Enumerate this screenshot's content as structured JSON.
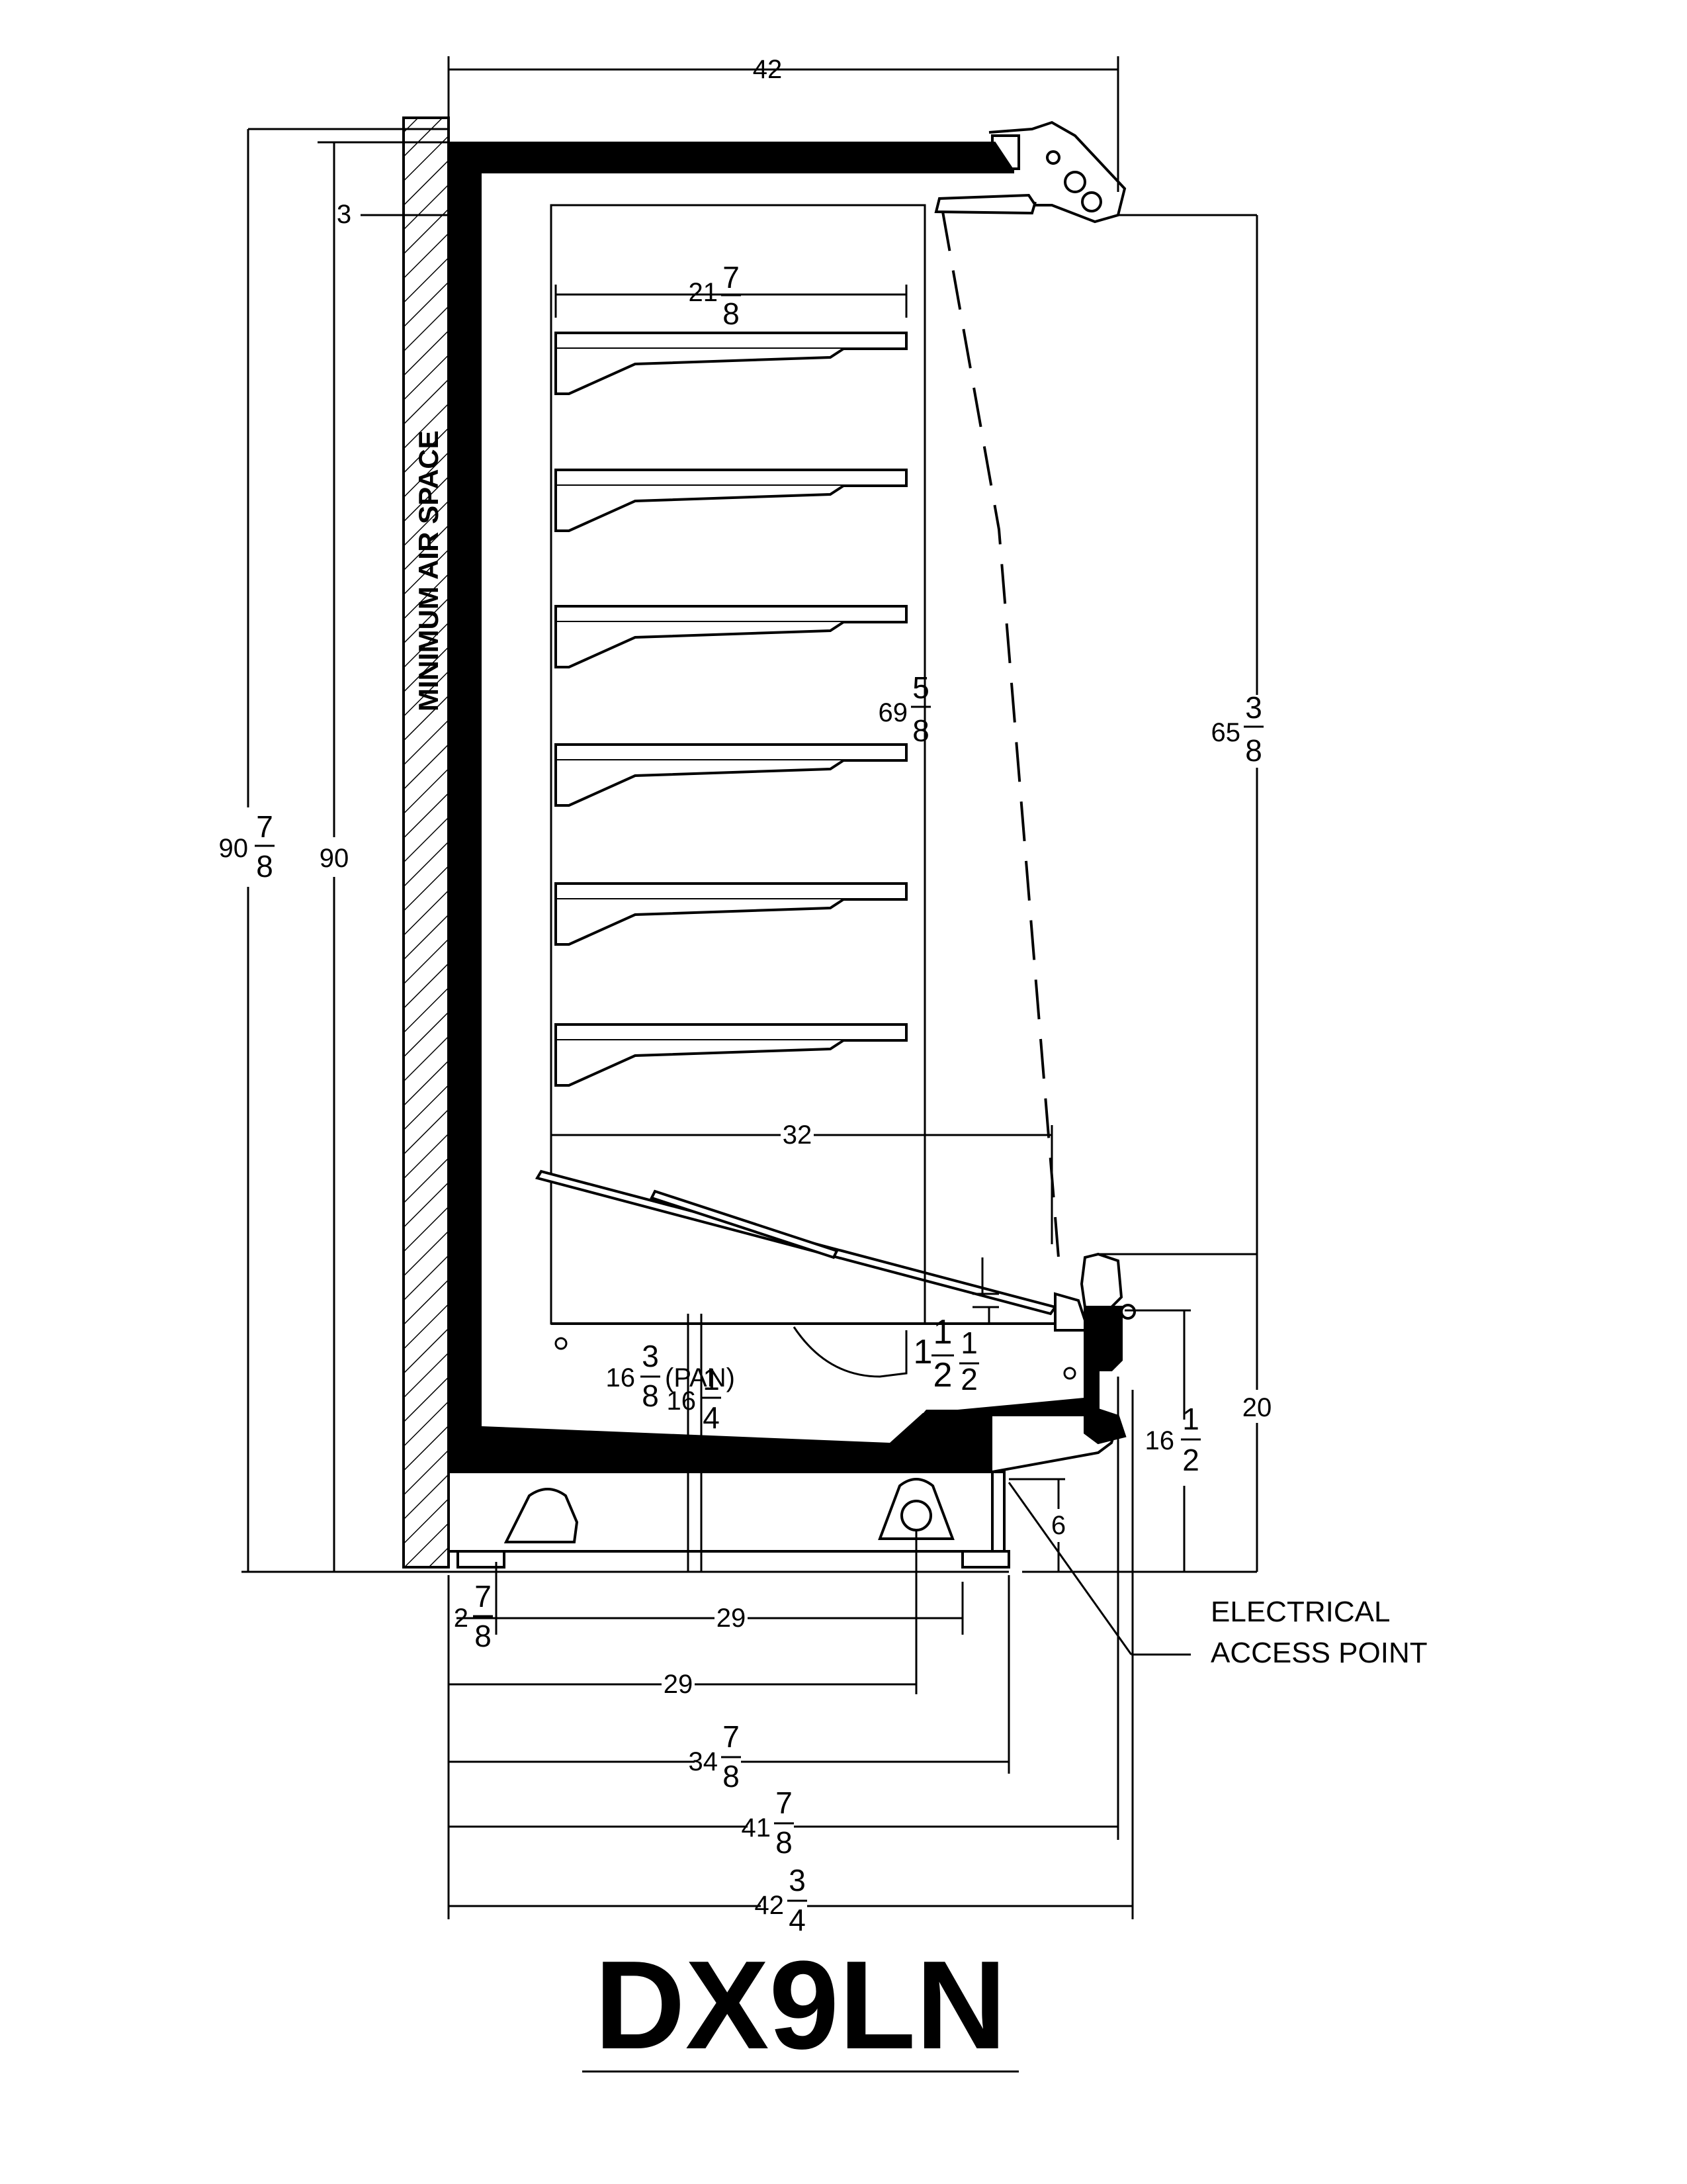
{
  "model": "DX9LN",
  "labels": {
    "air_space": "MINIMUM AIR SPACE",
    "electrical_1": "ELECTRICAL",
    "electrical_2": "ACCESS POINT",
    "pan": "(PAN)"
  },
  "dimensions": {
    "top_width": "42",
    "air_gap": "3",
    "shelf_depth_whole": "21",
    "shelf_depth_num": "7",
    "shelf_depth_den": "8",
    "inner_height_whole": "69",
    "inner_height_num": "5",
    "inner_height_den": "8",
    "front_height_whole": "65",
    "front_height_num": "3",
    "front_height_den": "8",
    "overall_height_whole": "90",
    "overall_height_num": "7",
    "overall_height_den": "8",
    "height_90": "90",
    "deck_depth": "32",
    "pan_whole": "16",
    "pan_num": "3",
    "pan_den": "8",
    "pan2_whole": "16",
    "pan2_num": "1",
    "pan2_den": "4",
    "step_whole": "1",
    "step_num": "1",
    "step_den": "2",
    "step_b_num": "1",
    "step_b_den": "2",
    "bumper_whole": "16",
    "bumper_num": "1",
    "bumper_den": "2",
    "base_20": "20",
    "leg_6": "6",
    "foot_offset_whole": "2",
    "foot_offset_num": "7",
    "foot_offset_den": "8",
    "leg_span_a": "29",
    "leg_span_b": "29",
    "depth_a_whole": "34",
    "depth_a_num": "7",
    "depth_a_den": "8",
    "depth_b_whole": "41",
    "depth_b_num": "7",
    "depth_b_den": "8",
    "depth_c_whole": "42",
    "depth_c_num": "3",
    "depth_c_den": "4"
  }
}
